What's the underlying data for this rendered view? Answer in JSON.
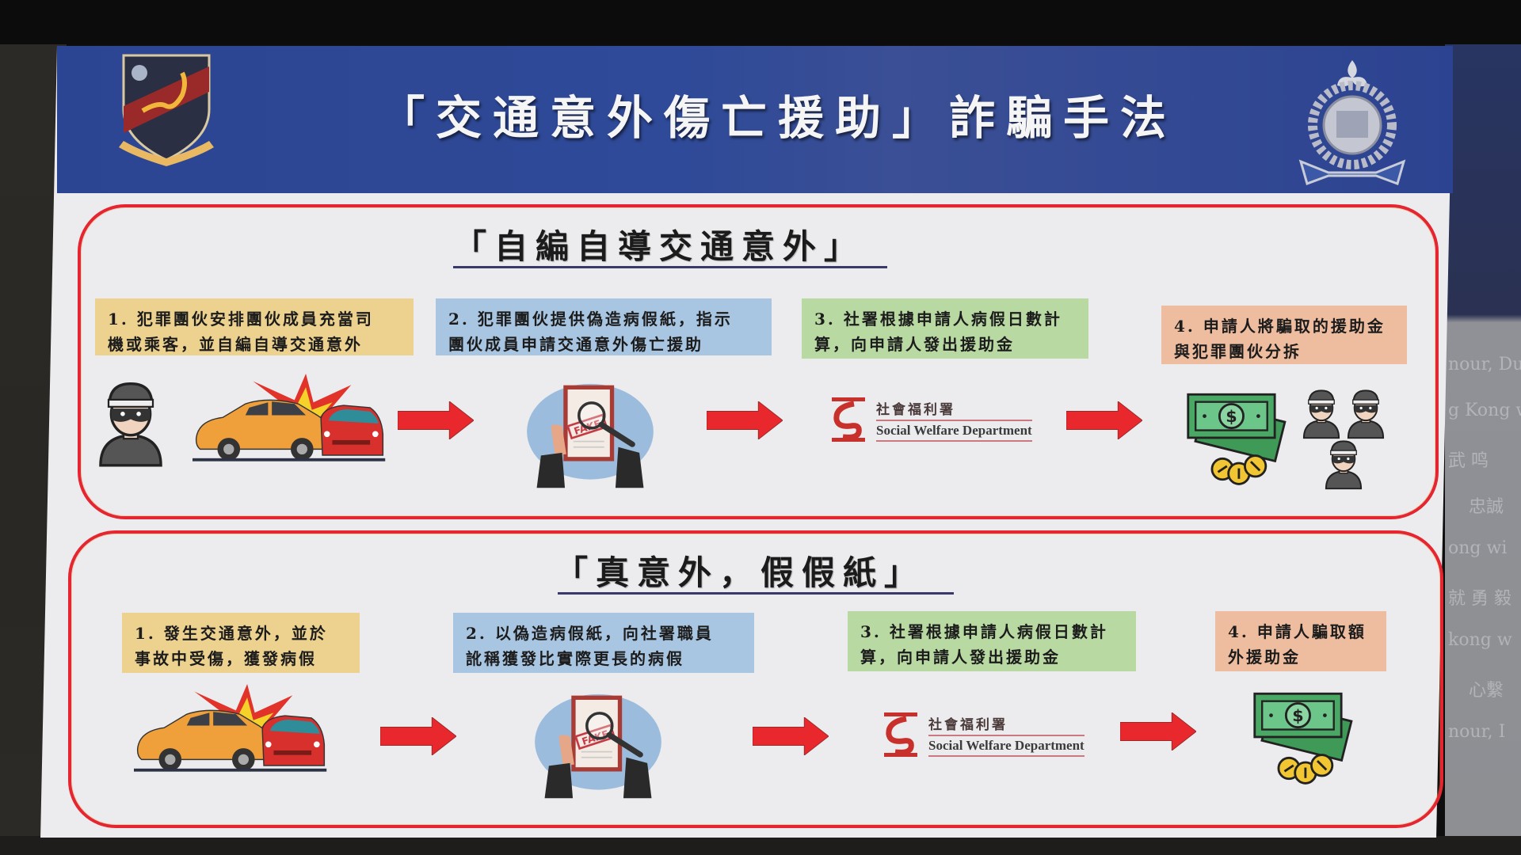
{
  "slide": {
    "title": "「交通意外傷亡援助」詐騙手法",
    "left_emblem": "crime-bureau-crest",
    "right_emblem": "hong-kong-police-badge",
    "colors": {
      "header_blue": "#2f4a98",
      "frame_red": "#e52630",
      "arrow_red": "#e8282c",
      "step_yellow": "#ecd18f",
      "step_blue": "#a8c5e1",
      "step_green": "#b9d9a3",
      "step_peach": "#eebd9f"
    }
  },
  "sections": [
    {
      "title": "「自編自導交通意外」",
      "steps": [
        {
          "line1": "1. 犯罪團伙安排團伙成員充當司",
          "line2": "機或乘客，並自編自導交通意外",
          "icons": [
            "thief-icon",
            "car-crash-icon"
          ]
        },
        {
          "line1": "2. 犯罪團伙提供偽造病假紙，指示",
          "line2": "團伙成員申請交通意外傷亡援助",
          "icons": [
            "fake-document-icon"
          ]
        },
        {
          "line1": "3. 社署根據申請人病假日數計",
          "line2": "算，向申請人發出援助金",
          "icons": [
            "social-welfare-department-logo"
          ]
        },
        {
          "line1": "4. 申請人將騙取的援助金",
          "line2": "與犯罪團伙分拆",
          "icons": [
            "money-icon",
            "thief-group-icon"
          ]
        }
      ]
    },
    {
      "title": "「真意外，假假紙」",
      "steps": [
        {
          "line1": "1. 發生交通意外，並於",
          "line2": "事故中受傷，獲發病假",
          "icons": [
            "car-crash-icon"
          ]
        },
        {
          "line1": "2. 以偽造病假紙，向社署職員",
          "line2": "訛稱獲發比實際更長的病假",
          "icons": [
            "fake-document-icon"
          ]
        },
        {
          "line1": "3. 社署根據申請人病假日數計",
          "line2": "算，向申請人發出援助金",
          "icons": [
            "social-welfare-department-logo"
          ]
        },
        {
          "line1": "4. 申請人騙取額",
          "line2": "外援助金",
          "icons": [
            "money-icon"
          ]
        }
      ]
    }
  ],
  "swd_logo": {
    "zh": "社會福利署",
    "en": "Social Welfare Department"
  },
  "fake_stamp": "FAKE",
  "background_panel_text": [
    "nour, Du",
    "g Kong w",
    "武 鸣",
    "忠誠",
    "ong wi",
    "就 勇 毅",
    "kong w",
    "心繫",
    "nour, I"
  ]
}
